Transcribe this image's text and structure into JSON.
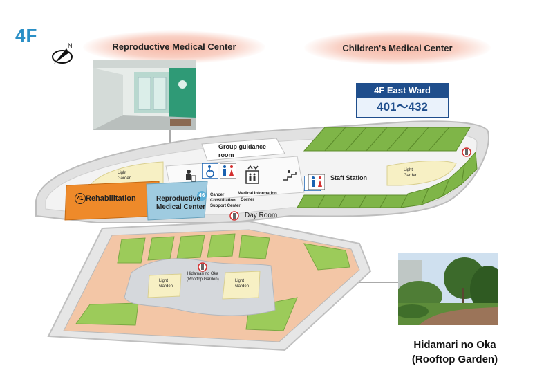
{
  "floor": "4F",
  "header": {
    "left_title": "Reproductive Medical Center",
    "right_title": "Children's Medical Center"
  },
  "ward": {
    "title": "4F East Ward",
    "rooms": "401～432"
  },
  "areas": {
    "group_guidance_room": [
      "Group guidance",
      "room"
    ],
    "light_garden_left": [
      "Light",
      "Garden"
    ],
    "light_garden_right": [
      "Light",
      "Garden"
    ],
    "rehabilitation_number": "41",
    "rehabilitation": "Rehabilitation",
    "reproductive_center": [
      "Reproductive",
      "Medical Center"
    ],
    "reproductive_number": "46",
    "cancer_support": [
      "Cancer",
      "Consultation",
      "Support Center"
    ],
    "medical_info": [
      "Medical Information",
      "Corner"
    ],
    "staff_station": "Staff Station",
    "day_room": "Day Room",
    "rooftop_label": [
      "Hidamari no Oka",
      "(Rooftop Garden)"
    ],
    "rooftop_light_garden_left": [
      "Light",
      "Garden"
    ],
    "rooftop_light_garden_right": [
      "Light",
      "Garden"
    ]
  },
  "caption": {
    "line1": "Hidamari no Oka",
    "line2": "(Rooftop Garden)"
  },
  "icons": [
    "compass-icon",
    "wheelchair-toilet-icon",
    "restroom-icon",
    "elevator-icon",
    "stairs-icon",
    "baby-care-icon",
    "phone-icon"
  ],
  "colors": {
    "floor_label": "#2a8fc6",
    "rehabilitation": "#ee8a2a",
    "reproductive": "#9fcbe0",
    "ward_green": "#7fb548",
    "rooftop_path": "#f3c6a6",
    "ward_header": "#1f4e8c"
  }
}
